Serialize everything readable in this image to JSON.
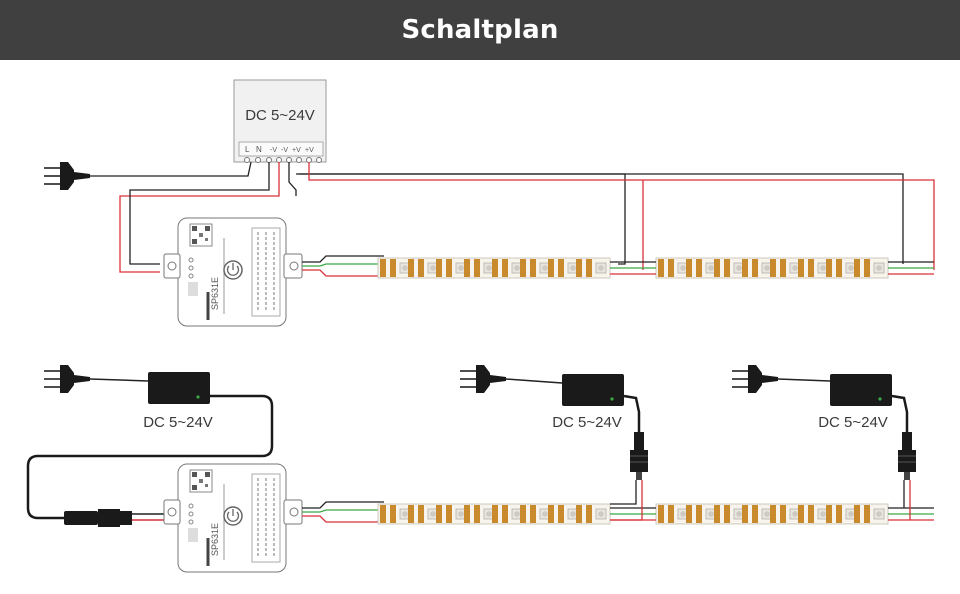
{
  "header": {
    "title": "Schaltplan"
  },
  "psu_top": {
    "voltage_label": "DC 5~24V",
    "terminals": [
      "L",
      "N",
      "-V",
      "-V",
      "+V",
      "+V"
    ]
  },
  "adapters": [
    {
      "voltage_label": "DC 5~24V"
    },
    {
      "voltage_label": "DC 5~24V"
    },
    {
      "voltage_label": "DC 5~24V"
    }
  ],
  "controller": {
    "model": "SP631E"
  },
  "colors": {
    "header_bg": "#404040",
    "wire_red": "#d9303a",
    "wire_black": "#222222",
    "wire_green": "#3aa845",
    "strip_base": "#f7f4ee",
    "strip_pad": "#c98a2e"
  },
  "icons": [
    "plug-icon",
    "power-button-icon",
    "qr-code-icon"
  ]
}
